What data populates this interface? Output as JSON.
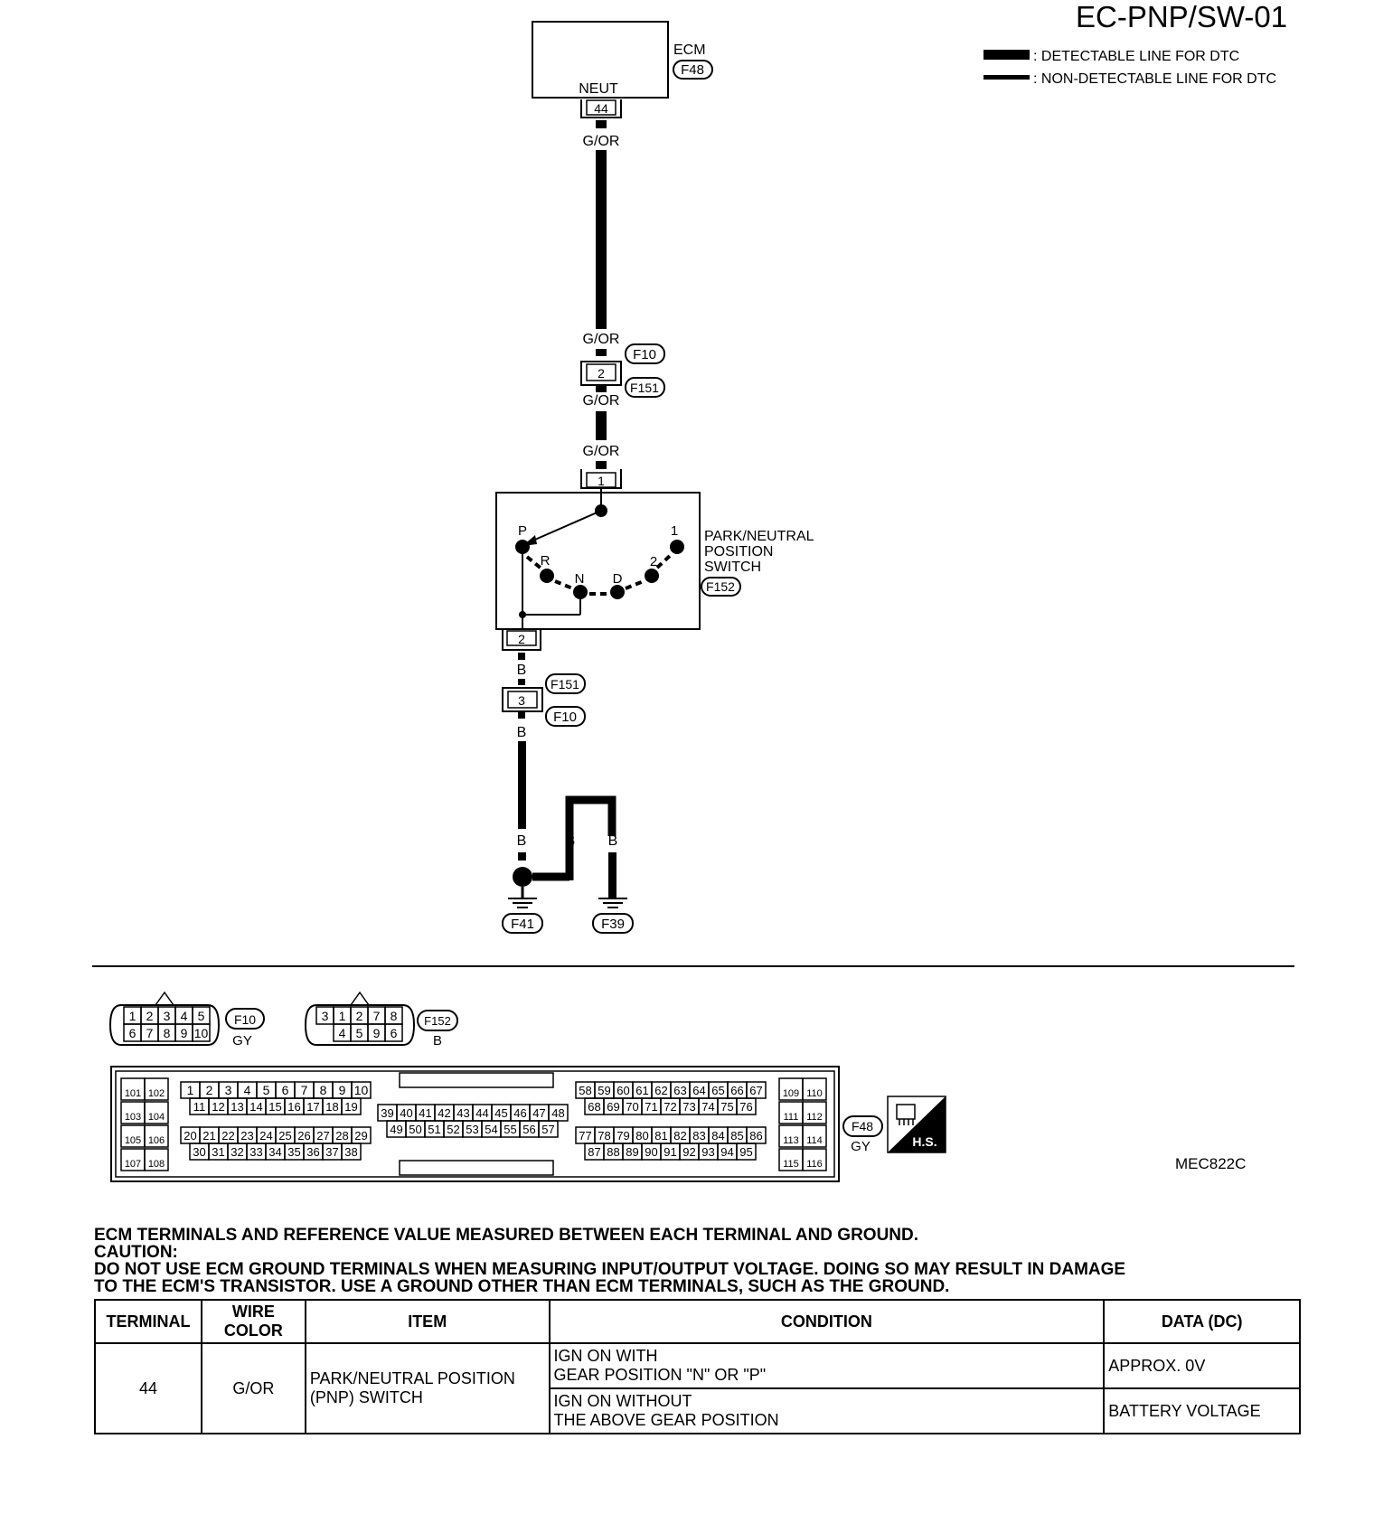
{
  "title": "EC-PNP/SW-01",
  "legend": {
    "detectable": ": DETECTABLE LINE FOR DTC",
    "non_detectable": ": NON-DETECTABLE LINE FOR DTC"
  },
  "ecm": {
    "label": "ECM",
    "connector": "F48",
    "pin_name": "NEUT",
    "pin": "44"
  },
  "wires": {
    "ecm_out": "G/OR",
    "f10_in": "G/OR",
    "f151_out": "G/OR",
    "switch_in": "G/OR",
    "b1": "B",
    "b2": "B",
    "b3": "B",
    "b4": "B",
    "b5": "B"
  },
  "joint1": {
    "pin": "2",
    "conn_a": "F10",
    "conn_b": "F151"
  },
  "joint2": {
    "pin": "3",
    "conn_a": "F151",
    "conn_b": "F10"
  },
  "switch": {
    "label1": "PARK/NEUTRAL",
    "label2": "POSITION",
    "label3": "SWITCH",
    "connector": "F152",
    "pin_in": "1",
    "pin_out": "2",
    "positions": [
      "P",
      "R",
      "N",
      "D",
      "2",
      "1"
    ]
  },
  "grounds": [
    "F41",
    "F39"
  ],
  "connectors": {
    "f10": {
      "id": "F10",
      "color": "GY",
      "row1": [
        "1",
        "2",
        "3",
        "4",
        "5"
      ],
      "row2": [
        "6",
        "7",
        "8",
        "9",
        "10"
      ]
    },
    "f152": {
      "id": "F152",
      "color": "B",
      "row1": [
        "3",
        "1",
        "2",
        "7",
        "8"
      ],
      "row2": [
        "4",
        "5",
        "9",
        "6"
      ]
    },
    "f48": {
      "id": "F48",
      "color": "GY"
    },
    "hs": "H.S."
  },
  "ecm_pins": {
    "left": [
      "101",
      "102",
      "103",
      "104",
      "105",
      "106",
      "107",
      "108"
    ],
    "a1": [
      "1",
      "2",
      "3",
      "4",
      "5",
      "6",
      "7",
      "8",
      "9",
      "10"
    ],
    "a2": [
      "11",
      "12",
      "13",
      "14",
      "15",
      "16",
      "17",
      "18",
      "19"
    ],
    "a3": [
      "20",
      "21",
      "22",
      "23",
      "24",
      "25",
      "26",
      "27",
      "28",
      "29"
    ],
    "a4": [
      "30",
      "31",
      "32",
      "33",
      "34",
      "35",
      "36",
      "37",
      "38"
    ],
    "b1": [
      "39",
      "40",
      "41",
      "42",
      "43",
      "44",
      "45",
      "46",
      "47",
      "48"
    ],
    "b2": [
      "49",
      "50",
      "51",
      "52",
      "53",
      "54",
      "55",
      "56",
      "57"
    ],
    "c1": [
      "58",
      "59",
      "60",
      "61",
      "62",
      "63",
      "64",
      "65",
      "66",
      "67"
    ],
    "c2": [
      "68",
      "69",
      "70",
      "71",
      "72",
      "73",
      "74",
      "75",
      "76"
    ],
    "c3": [
      "77",
      "78",
      "79",
      "80",
      "81",
      "82",
      "83",
      "84",
      "85",
      "86"
    ],
    "c4": [
      "87",
      "88",
      "89",
      "90",
      "91",
      "92",
      "93",
      "94",
      "95"
    ],
    "right": [
      "109",
      "110",
      "111",
      "112",
      "113",
      "114",
      "115",
      "116"
    ]
  },
  "figure_code": "MEC822C",
  "notes": {
    "line1": "ECM TERMINALS AND REFERENCE VALUE MEASURED BETWEEN EACH TERMINAL AND GROUND.",
    "line2": "CAUTION:",
    "line3": "DO NOT USE ECM GROUND TERMINALS WHEN MEASURING INPUT/OUTPUT VOLTAGE. DOING SO MAY RESULT IN  DAMAGE",
    "line4": "TO THE  ECM'S TRANSISTOR. USE A GROUND OTHER THAN ECM TERMINALS, SUCH AS THE GROUND."
  },
  "table": {
    "headers": [
      "TERMINAL",
      "WIRE COLOR",
      "ITEM",
      "CONDITION",
      "DATA (DC)"
    ],
    "terminal": "44",
    "wire_color": "G/OR",
    "item1": "PARK/NEUTRAL POSITION",
    "item2": "(PNP) SWITCH",
    "rows": [
      {
        "cond1": "IGN ON WITH",
        "cond2": "GEAR POSITION \"N\" OR \"P\"",
        "data": "APPROX. 0V"
      },
      {
        "cond1": "IGN ON WITHOUT",
        "cond2": "THE ABOVE GEAR POSITION",
        "data": "BATTERY VOLTAGE"
      }
    ]
  }
}
